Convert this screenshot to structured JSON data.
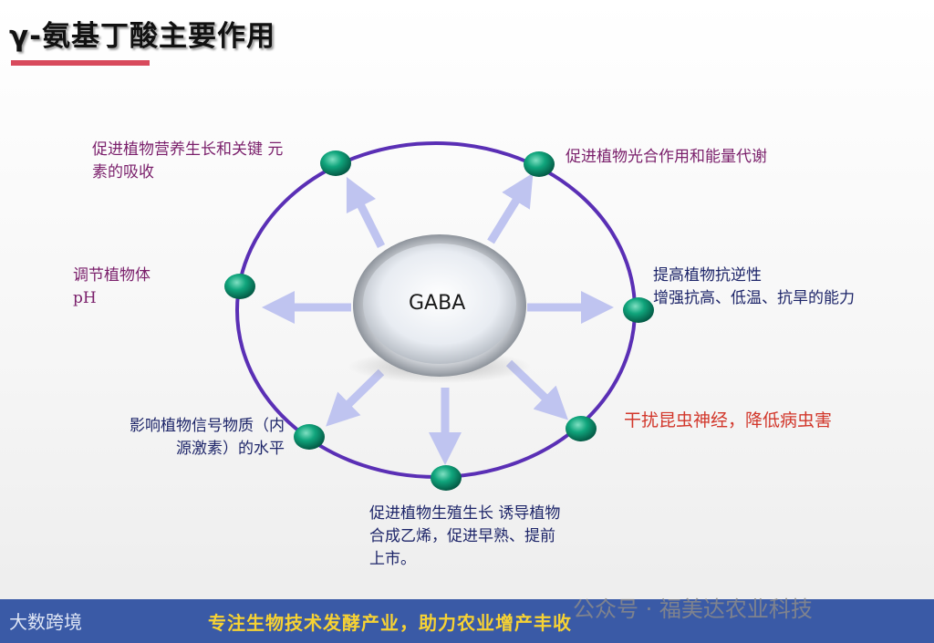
{
  "slide": {
    "title": "γ-氨基丁酸主要作用",
    "center_label": "GABA"
  },
  "effects": {
    "nutrient": "促进植物营养生长和关键 元素的吸收",
    "photosynthesis": "促进植物光合作用和能量代谢",
    "ph": "调节植物体pH",
    "stress_line1": "提高植物抗逆性",
    "stress_line2": "增强抗高、低温、抗旱的能力",
    "pest": "干扰昆虫神经，降低病虫害",
    "hormone": "影响植物信号物质（内源激素）的水平",
    "growth": "促进植物生殖生长 诱导植物合成乙烯，促进早熟、提前上市。"
  },
  "footer": {
    "logo": "大数跨境",
    "slogan": "专注生物技术发酵产业，助力农业增产丰收"
  },
  "watermark": "公众号 · 福美达农业科技",
  "colors": {
    "circle": "#5a2fb5",
    "node": "#0a9a74",
    "arrow": "#bfc4f0",
    "accent_bar": "#d84a5c",
    "footer": "#3a5aa6"
  }
}
